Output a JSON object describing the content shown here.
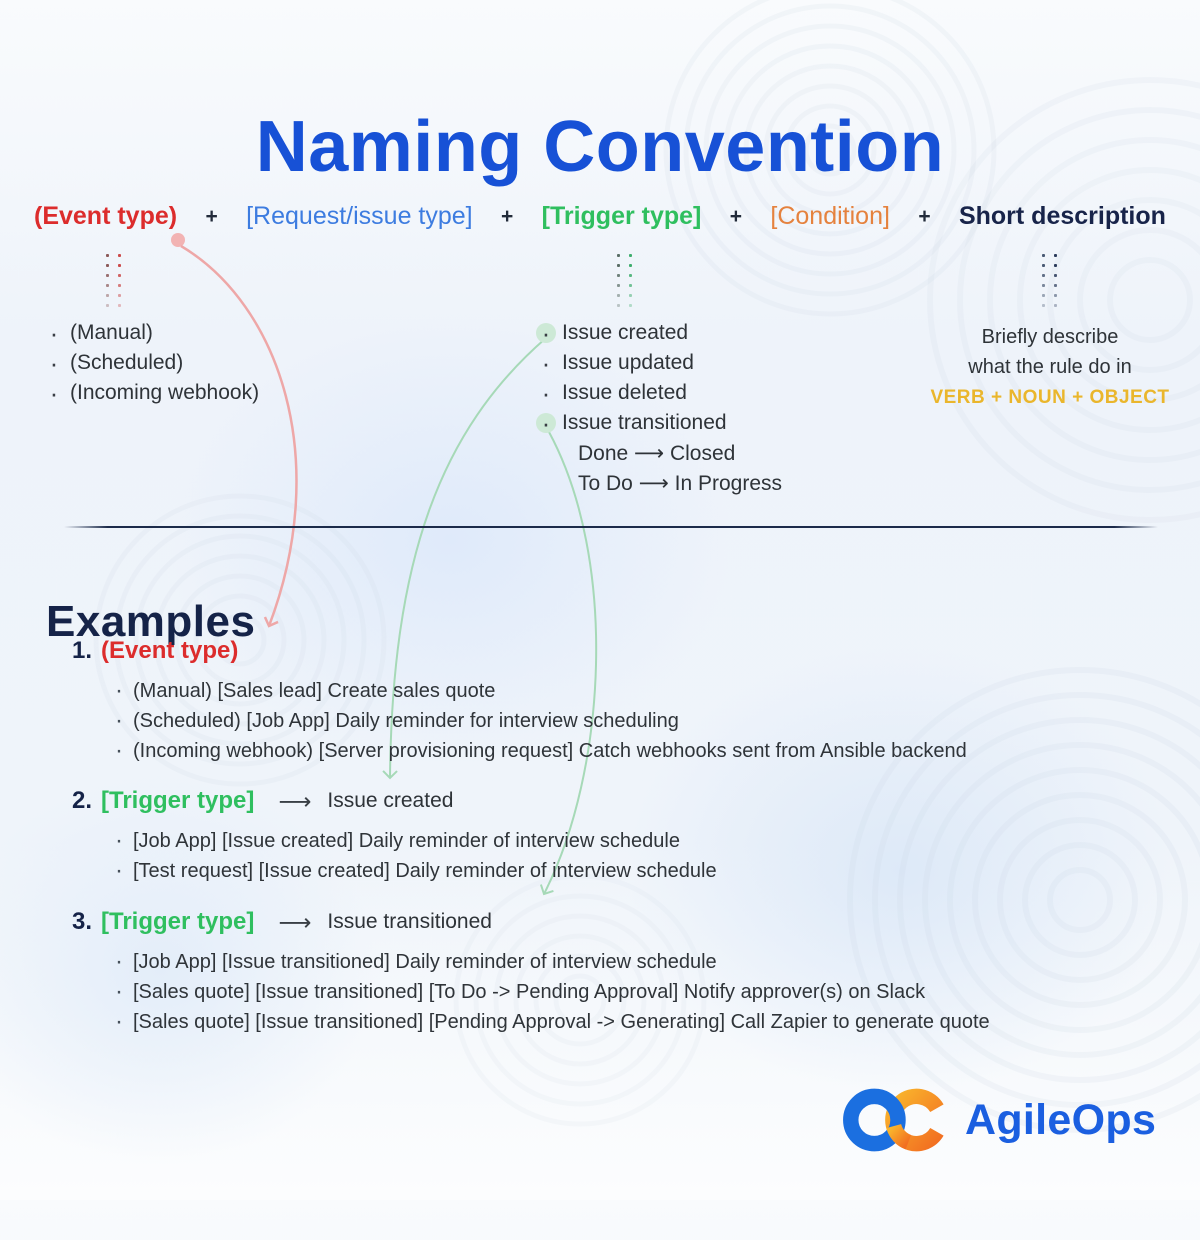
{
  "title": "Naming Convention",
  "formula": {
    "event_type": "(Event type)",
    "plus": "+",
    "request_type": "[Request/issue type]",
    "trigger_type": "[Trigger type]",
    "condition": "[Condition]",
    "short_description": "Short description"
  },
  "columns": {
    "event": {
      "items": [
        "(Manual)",
        "(Scheduled)",
        "(Incoming webhook)"
      ]
    },
    "trigger": {
      "items": [
        "Issue created",
        "Issue updated",
        "Issue deleted",
        "Issue transitioned"
      ],
      "transitions": [
        "Done ⟶ Closed",
        "To Do ⟶ In Progress"
      ]
    },
    "description": {
      "line1": "Briefly describe",
      "line2": "what the rule do in",
      "pattern": "VERB + NOUN + OBJECT"
    }
  },
  "examples": {
    "heading": "Examples",
    "items": [
      {
        "number": "1.",
        "label": "(Event type)",
        "bullets": [
          "(Manual) [Sales lead] Create sales quote",
          "(Scheduled) [Job App] Daily reminder for interview scheduling",
          "(Incoming webhook) [Server provisioning request] Catch webhooks sent from Ansible backend"
        ]
      },
      {
        "number": "2.",
        "label": "[Trigger type]",
        "arrow": "⟶",
        "target": "Issue created",
        "bullets": [
          "[Job App] [Issue created] Daily reminder of interview schedule",
          "[Test request] [Issue created] Daily reminder of interview schedule"
        ]
      },
      {
        "number": "3.",
        "label": "[Trigger type]",
        "arrow": "⟶",
        "target": "Issue transitioned",
        "bullets": [
          "[Job App] [Issue transitioned] Daily reminder of interview schedule",
          "[Sales quote] [Issue transitioned] [To Do -> Pending Approval] Notify approver(s) on Slack",
          "[Sales quote] [Issue transitioned] [Pending Approval -> Generating] Call Zapier to generate quote"
        ]
      }
    ]
  },
  "logo": {
    "text": "AgileOps"
  },
  "colors": {
    "title_blue": "#1751d6",
    "event_red": "#dc2c2c",
    "request_blue": "#3d7ce0",
    "trigger_green": "#2fbf5f",
    "condition_orange": "#e5823e",
    "navy": "#18244a",
    "pattern_gold": "#eab62c",
    "logo_blue": "#1b5fe0",
    "logo_orange": "#f59b1f"
  }
}
